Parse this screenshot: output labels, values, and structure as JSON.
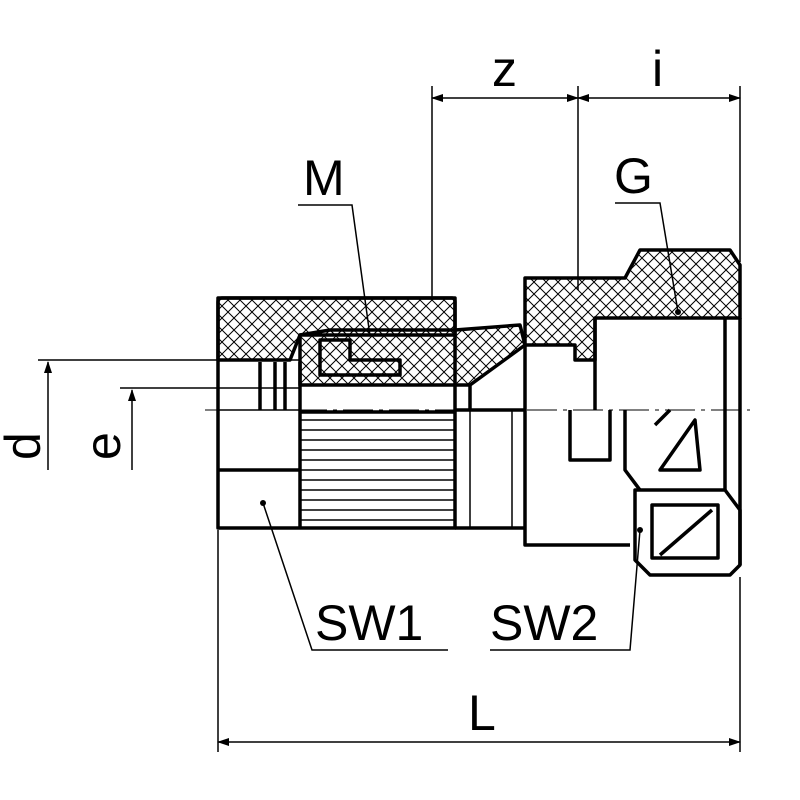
{
  "labels": {
    "z": "z",
    "i": "i",
    "M": "M",
    "G": "G",
    "d": "d",
    "e": "e",
    "SW1": "SW1",
    "SW2": "SW2",
    "L": "L"
  }
}
